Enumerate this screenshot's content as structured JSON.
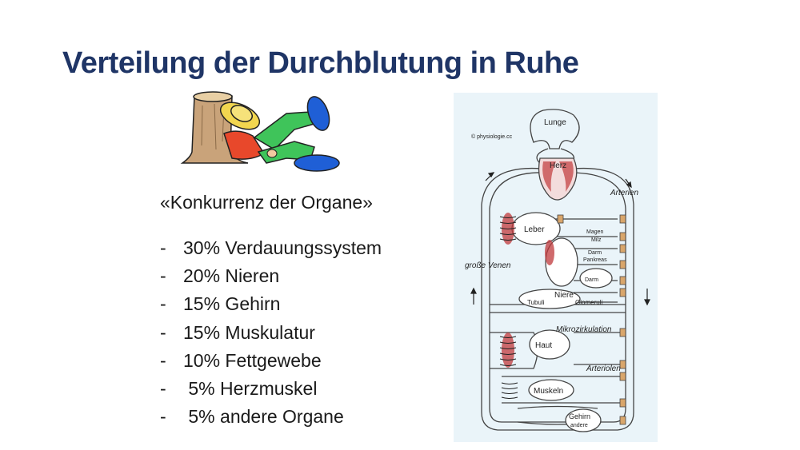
{
  "title": "Verteilung der Durchblutung in Ruhe",
  "subtitle": "«Konkurrenz der Organe»",
  "list": [
    {
      "dash": "-",
      "text": "30% Verdauungssystem"
    },
    {
      "dash": "-",
      "text": "20% Nieren"
    },
    {
      "dash": "-",
      "text": "15% Gehirn"
    },
    {
      "dash": "-",
      "text": "15% Muskulatur"
    },
    {
      "dash": "-",
      "text": "10% Fettgewebe"
    },
    {
      "dash": "-",
      "text": " 5% Herzmuskel"
    },
    {
      "dash": "-",
      "text": " 5% andere Organe"
    }
  ],
  "diagram": {
    "copyright": "© physiologie.cc",
    "lunge": "Lunge",
    "herz": "Herz",
    "arterien": "Arterien",
    "leber": "Leber",
    "magen": "Magen",
    "milz": "Milz",
    "darm1": "Darm",
    "pankreas": "Pankreas",
    "darm2": "Darm",
    "grosse_venen": "große Venen",
    "niere": "Niere",
    "tubuli": "Tubuli",
    "glomeruli": "Glomeruli",
    "mikrozirkulation": "Mikrozirkulation",
    "haut": "Haut",
    "arteriolen": "Arteriolen",
    "muskeln": "Muskeln",
    "gehirn": "Gehirn",
    "andere": "andere"
  },
  "colors": {
    "title": "#1f3566",
    "diagram_bg": "#eaf4f9",
    "heart": "#c0393b",
    "valve": "#d9a66b"
  }
}
